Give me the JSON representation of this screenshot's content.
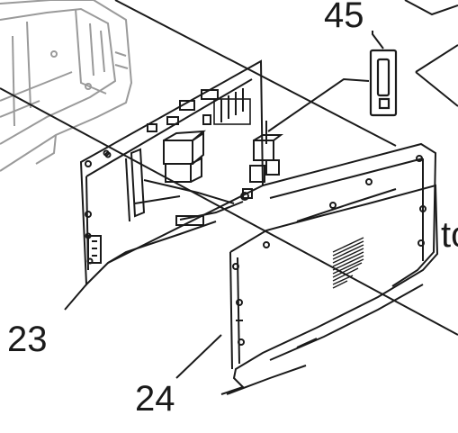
{
  "callouts": {
    "part_45": "45",
    "part_23": "23",
    "part_24": "24",
    "edge_text": "to"
  },
  "colors": {
    "ink": "#1a1a1a",
    "grey_frame": "#9a9a9a",
    "light_hatch": "#bdbdbd"
  }
}
